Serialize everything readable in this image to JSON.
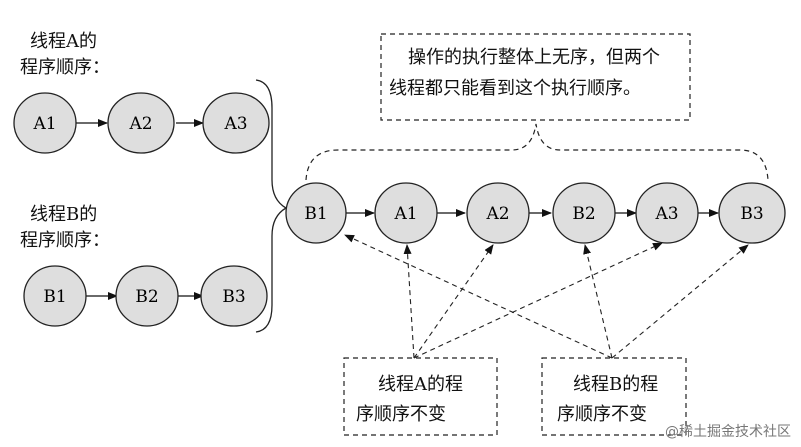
{
  "thread_a": {
    "title_line1": "线程A的",
    "title_line2": "程序顺序：",
    "nodes": [
      "A1",
      "A2",
      "A3"
    ]
  },
  "thread_b": {
    "title_line1": "线程B的",
    "title_line2": "程序顺序：",
    "nodes": [
      "B1",
      "B2",
      "B3"
    ]
  },
  "merged_sequence": [
    "B1",
    "A1",
    "A2",
    "B2",
    "A3",
    "B3"
  ],
  "top_note": {
    "line1": "操作的执行整体上无序，但两个",
    "line2": "线程都只能看到这个执行顺序。"
  },
  "note_a": {
    "line1": "线程A的程",
    "line2": "序顺序不变"
  },
  "note_b": {
    "line1": "线程B的程",
    "line2": "序顺序不变"
  },
  "footer": "@稀土掘金技术社区",
  "colors": {
    "node_fill": "#dedede",
    "stroke": "#222222"
  }
}
